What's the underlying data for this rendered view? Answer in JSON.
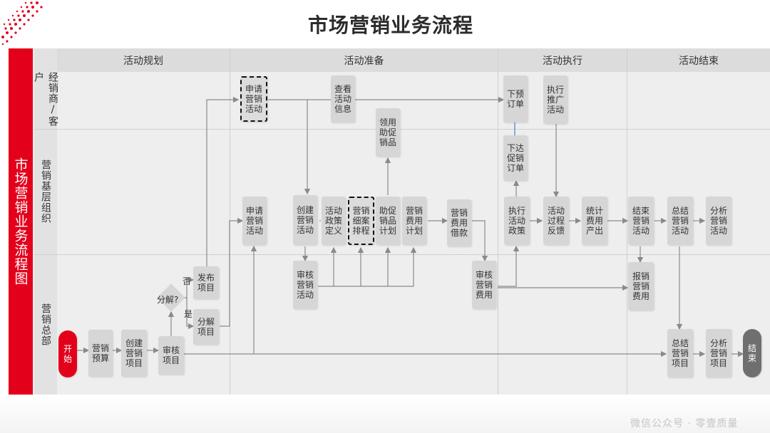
{
  "title": "市场营销业务流程",
  "side_title": "市场营销业务流程图",
  "lanes": [
    "经销商/客户",
    "营销基层组织",
    "营销总部"
  ],
  "phases": [
    "活动规划",
    "活动准备",
    "活动执行",
    "活动结束"
  ],
  "nodes": {
    "start": "开始",
    "budget": "营销预算",
    "create_project": "创建营销项目",
    "review_project": "审核项目",
    "decompose_q": "分解?",
    "yes": "是",
    "no": "否",
    "publish_project": "发布项目",
    "decompose_project": "分解项目",
    "apply_activity_dealer": "申请营销活动",
    "view_info": "查看活动信息",
    "receive_promo": "领用助促销品",
    "apply_activity_base": "申请营销活动",
    "create_activity": "创建营销活动",
    "policy_def": "活动政策定义",
    "detail_schedule": "营销细案排程",
    "promo_plan": "助促销品计划",
    "cost_plan": "营销费用计划",
    "cost_loan": "营销费用借款",
    "review_activity": "审核营销活动",
    "review_cost": "审核营销费用",
    "pre_order": "下预订单",
    "exec_promo": "执行推广活动",
    "promo_order": "下达促销订单",
    "exec_policy": "执行活动政策",
    "process_feedback": "活动过程反馈",
    "stat_cost": "统计费用产出",
    "end_activity": "结束营销活动",
    "sum_activity": "总结营销活动",
    "analyze_activity": "分析营销活动",
    "reimburse_cost": "报销营销费用",
    "sum_project": "总结营销项目",
    "analyze_project": "分析营销项目",
    "end": "结束"
  },
  "watermark": "微信公众号 · 零壹质量",
  "colors": {
    "accent": "#e3001b",
    "node": "#d6d6d6",
    "end": "#6f6f6f"
  }
}
